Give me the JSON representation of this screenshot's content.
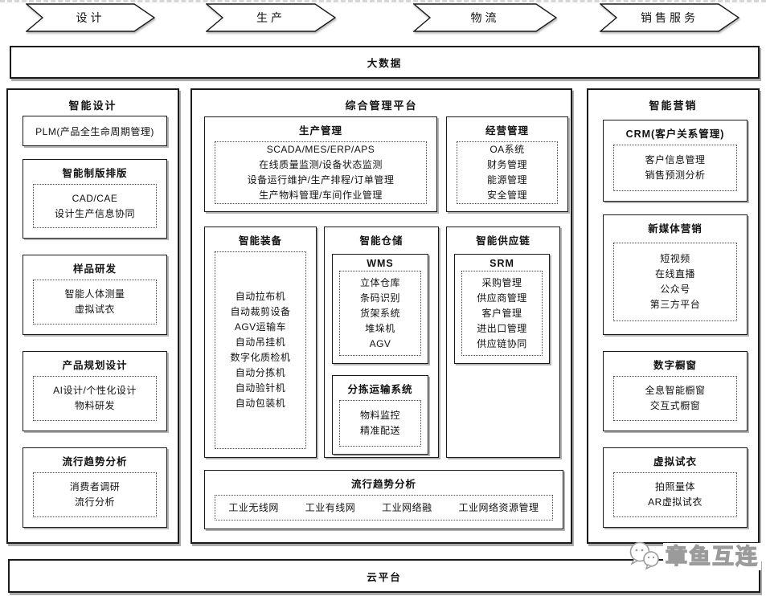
{
  "flow": {
    "arrows": [
      {
        "label": "设计"
      },
      {
        "label": "生产"
      },
      {
        "label": "物流"
      },
      {
        "label": "销售服务"
      }
    ]
  },
  "big_data_bar": {
    "label": "大数据"
  },
  "cloud_bar": {
    "label": "云平台"
  },
  "left_panel": {
    "title": "智能设计",
    "plm_box": {
      "label": "PLM(产品全生命周期管理)"
    },
    "boxes": [
      {
        "title": "智能制版排版",
        "items": [
          "CAD/CAE",
          "设计生产信息协同"
        ]
      },
      {
        "title": "样品研发",
        "items": [
          "智能人体测量",
          "虚拟试衣"
        ]
      },
      {
        "title": "产品规划设计",
        "items": [
          "AI设计/个性化设计",
          "物料研发"
        ]
      },
      {
        "title": "流行趋势分析",
        "items": [
          "消费者调研",
          "流行分析"
        ]
      }
    ]
  },
  "center_panel": {
    "title": "综合管理平台",
    "production_mgmt": {
      "title": "生产管理",
      "items": [
        "SCADA/MES/ERP/APS",
        "在线质量监测/设备状态监测",
        "设备运行维护/生产排程/订单管理",
        "生产物料管理/车间作业管理"
      ]
    },
    "business_mgmt": {
      "title": "经营管理",
      "items": [
        "OA系统",
        "财务管理",
        "能源管理",
        "安全管理"
      ]
    },
    "smart_equipment": {
      "title": "智能装备",
      "items": [
        "自动拉布机",
        "自动裁剪设备",
        "AGV运输车",
        "自动吊挂机",
        "数字化质检机",
        "自动分拣机",
        "自动验针机",
        "自动包装机"
      ]
    },
    "smart_warehouse": {
      "title": "智能仓储",
      "wms": {
        "title": "WMS",
        "items": [
          "立体仓库",
          "条码识别",
          "货架系统",
          "堆垛机",
          "AGV"
        ]
      },
      "sorting": {
        "title": "分拣运输系统",
        "items": [
          "物料监控",
          "精准配送"
        ]
      }
    },
    "smart_supply_chain": {
      "title": "智能供应链",
      "srm": {
        "title": "SRM",
        "items": [
          "采购管理",
          "供应商管理",
          "客户管理",
          "进出口管理",
          "供应链协同"
        ]
      }
    },
    "network_box": {
      "title": "流行趋势分析",
      "items": [
        "工业无线网",
        "工业有线网",
        "工业网络融",
        "工业网络资源管理"
      ]
    }
  },
  "right_panel": {
    "title": "智能营销",
    "boxes": [
      {
        "title": "CRM(客户关系管理)",
        "items": [
          "客户信息管理",
          "销售预测分析"
        ]
      },
      {
        "title": "新媒体营销",
        "items": [
          "短视频",
          "在线直播",
          "公众号",
          "第三方平台"
        ]
      },
      {
        "title": "数字橱窗",
        "items": [
          "全息智能橱窗",
          "交互式橱窗"
        ]
      },
      {
        "title": "虚拟试衣",
        "items": [
          "拍照量体",
          "AR虚拟试衣"
        ]
      }
    ]
  },
  "watermark": {
    "text": "章鱼互连",
    "icon": "chat-bubbles-icon"
  },
  "colors": {
    "background": "#ffffff",
    "border": "#1a1a1a",
    "shadow": "#ababab",
    "dotted_border": "#4a4a4a",
    "watermark": "#9b9b9b"
  }
}
